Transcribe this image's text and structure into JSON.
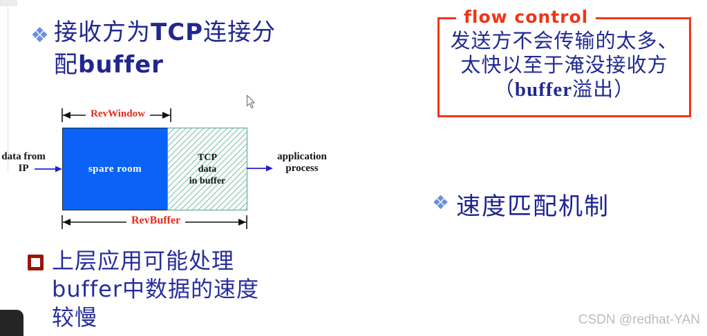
{
  "colors": {
    "navy_text": "#21278f",
    "red_accent": "#f03517",
    "measure_label_red": "#e8291a",
    "blue_box_fill": "#0a62f7",
    "hatch_green": "#4fa392",
    "arrow_blue": "#2020cf",
    "diamond_bullet_blue": "#6a8fdc",
    "square_bullet_red": "#9c1408",
    "watermark_gray": "#bcbcbc"
  },
  "heading": {
    "marker": "❖",
    "line1_cjk_a": "接收方为",
    "line1_latin": "TCP",
    "line1_cjk_b": "连接分",
    "line2_cjk": "配",
    "line2_latin": "buffer"
  },
  "diagram": {
    "rcvwindow_label": "RevWindow",
    "rcvbuffer_label": "RevBuffer",
    "spare_room": "spare room",
    "tcp_data": {
      "line1": "TCP",
      "line2": "data",
      "line3": "in buffer"
    },
    "left_label": {
      "line1": "data from",
      "line2": "IP"
    },
    "right_label": {
      "line1": "application",
      "line2": "process"
    }
  },
  "note": {
    "line1": "上层应用可能处理",
    "line2_latin": "buffer",
    "line2_cjk": "中数据的速度",
    "line3": "较慢"
  },
  "flow_box": {
    "title": "flow control",
    "line1": "发送方不会传输的太多、",
    "line2": "太快以至于淹没接收方",
    "line3_prefix": "（",
    "line3_latin": "buffer",
    "line3_suffix": "溢出）"
  },
  "speed_bullet": {
    "marker": "❖",
    "text": "速度匹配机制"
  },
  "watermark": "CSDN @redhat-YAN"
}
